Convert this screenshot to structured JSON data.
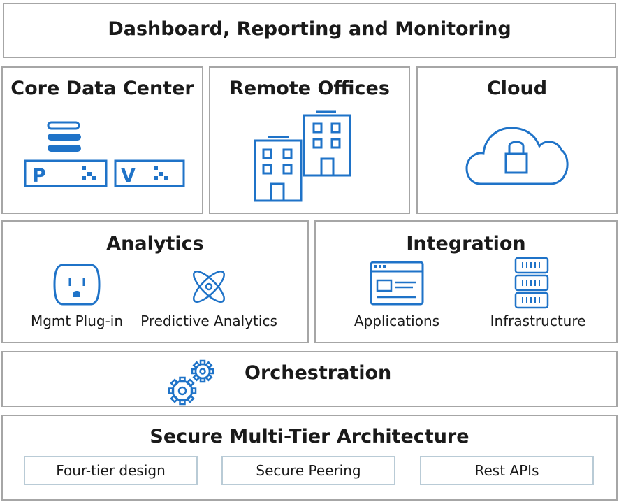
{
  "colors": {
    "icon_blue": "#1f73c8",
    "border_gray": "#a6a6a6",
    "pill_border": "#b9cbd6"
  },
  "dashboard": {
    "title": "Dashboard, Reporting and Monitoring"
  },
  "core_dc": {
    "title": "Core Data Center",
    "icons": [
      "server-stack-icon",
      "physical-server-icon",
      "virtual-server-icon"
    ],
    "p_label": "P",
    "v_label": "V"
  },
  "remote": {
    "title": "Remote Offices",
    "icons": [
      "office-buildings-icon"
    ]
  },
  "cloud": {
    "title": "Cloud",
    "icons": [
      "cloud-lock-icon"
    ]
  },
  "analytics": {
    "title": "Analytics",
    "items": [
      {
        "label": "Mgmt Plug-in",
        "icon": "power-outlet-icon"
      },
      {
        "label": "Predictive Analytics",
        "icon": "atom-icon"
      }
    ]
  },
  "integration": {
    "title": "Integration",
    "items": [
      {
        "label": "Applications",
        "icon": "browser-window-icon"
      },
      {
        "label": "Infrastructure",
        "icon": "server-rack-icon"
      }
    ]
  },
  "orchestration": {
    "title": "Orchestration",
    "icon": "gears-icon"
  },
  "secure": {
    "title": "Secure Multi-Tier Architecture",
    "features": [
      "Four-tier design",
      "Secure Peering",
      "Rest APIs"
    ]
  }
}
